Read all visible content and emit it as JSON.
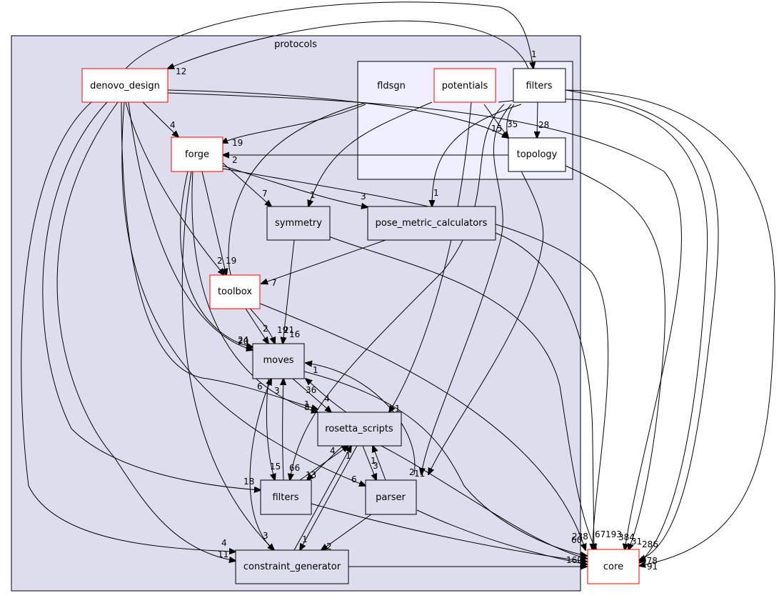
{
  "clusters": {
    "protocols": {
      "label": "protocols",
      "fill": "#dddded",
      "stroke": "#000000"
    },
    "fldsgn": {
      "label": "fldsgn",
      "fill": "#eeeeff",
      "stroke": "#000000"
    }
  },
  "nodes": {
    "denovo_design": {
      "label": "denovo_design",
      "stroke": "#ff0000",
      "fill": "#ffffff"
    },
    "potentials": {
      "label": "potentials",
      "stroke": "#ff0000",
      "fill": "#ffffff"
    },
    "fldsgn_filters": {
      "label": "filters",
      "stroke": "#000000",
      "fill": "#ffffff"
    },
    "topology": {
      "label": "topology",
      "stroke": "#000000",
      "fill": "#ffffff"
    },
    "forge": {
      "label": "forge",
      "stroke": "#ff0000",
      "fill": "#ffffff"
    },
    "symmetry": {
      "label": "symmetry",
      "stroke": "#000000",
      "fill": "#dddded"
    },
    "pose_metric_calculators": {
      "label": "pose_metric_calculators",
      "stroke": "#000000",
      "fill": "#dddded"
    },
    "toolbox": {
      "label": "toolbox",
      "stroke": "#ff0000",
      "fill": "#ffffff"
    },
    "moves": {
      "label": "moves",
      "stroke": "#000000",
      "fill": "#dddded"
    },
    "rosetta_scripts": {
      "label": "rosetta_scripts",
      "stroke": "#000000",
      "fill": "#dddded"
    },
    "filters": {
      "label": "filters",
      "stroke": "#000000",
      "fill": "#dddded"
    },
    "parser": {
      "label": "parser",
      "stroke": "#000000",
      "fill": "#dddded"
    },
    "constraint_generator": {
      "label": "constraint_generator",
      "stroke": "#000000",
      "fill": "#dddded"
    },
    "core": {
      "label": "core",
      "stroke": "#ff0000",
      "fill": "#ffffff"
    }
  },
  "edge_labels": {
    "dd_to_fldsgn_filters": "1",
    "fldsgn_to_dd": "12",
    "dd_to_forge": "4",
    "fldsgn_to_forge": "19",
    "topology_to_forge": "2",
    "potentials_to_topology": "15",
    "fldsgn_filters_to_topology_35": "35",
    "fldsgn_filters_to_topology_28": "28",
    "forge_to_symmetry": "7",
    "fldsgn_to_symmetry": "1",
    "forge_to_pmc": "3",
    "fldsgn_to_pmc": "1",
    "dd_to_toolbox": "2",
    "forge_to_toolbox": "19",
    "pmc_to_toolbox": "7",
    "toolbox_to_moves": "2",
    "dd_to_moves_24": "24",
    "forge_to_moves_20": "20",
    "moves_in_19": "19",
    "moves_in_21": "21",
    "symmetry_to_moves": "16",
    "parser_to_moves": "1",
    "rs_to_moves": "36",
    "moves_to_rs": "4",
    "dd_to_rs": "1",
    "forge_to_rs": "8",
    "fldsgn_to_rs": "1",
    "cg_to_moves": "6",
    "filters_to_moves": "3",
    "moves_to_filters": "15",
    "rs_to_filters_66": "66",
    "rs_to_filters_13": "13",
    "filters_to_rs": "4",
    "dd_to_filters": "18",
    "rs_to_parser": "1",
    "parser_to_rs": "3",
    "dd_to_parser": "6",
    "fldsgn_to_parser_11": "11",
    "fldsgn_to_parser_2": "2",
    "cg_to_rs": "1",
    "rs_to_cg": "1",
    "parser_to_cg": "2",
    "dd_to_cg_4": "4",
    "dd_to_cg_11": "11",
    "forge_to_cg": "3",
    "cg_to_core": "160",
    "core_in_238": "238",
    "core_in_67": "67",
    "core_in_193": "193",
    "core_in_384": "384",
    "core_in_31": "31",
    "core_in_286": "286",
    "core_in_378": "378",
    "core_in_91": "91",
    "core_in_60": "60"
  }
}
